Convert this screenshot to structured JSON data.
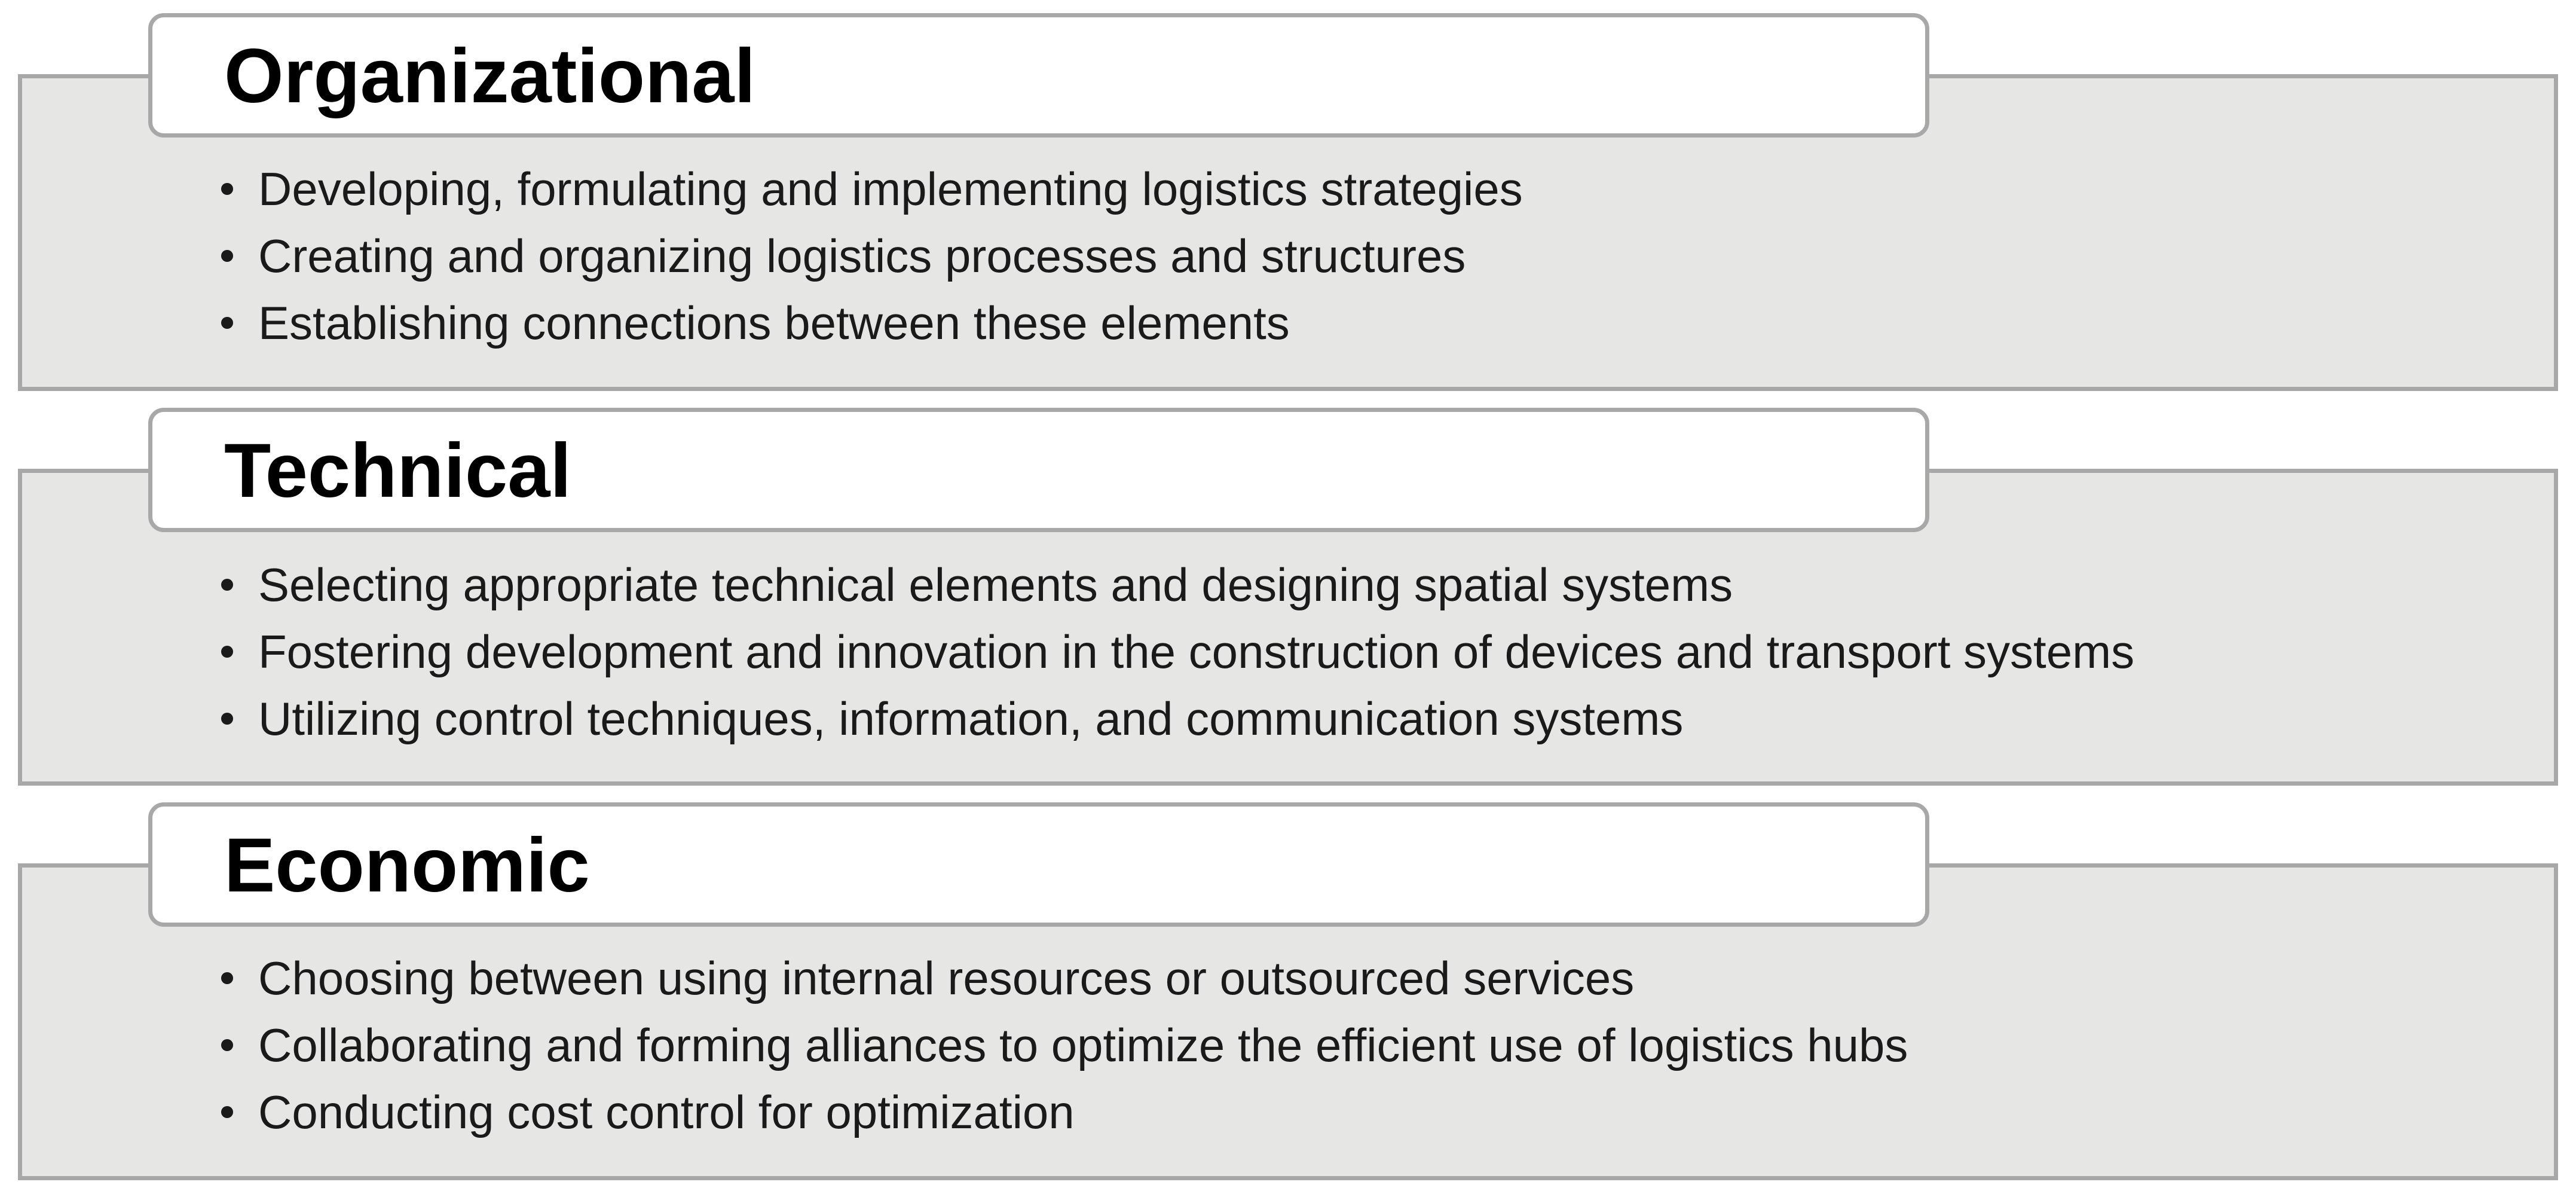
{
  "sections": [
    {
      "title": "Organizational",
      "items": [
        "Developing, formulating and implementing logistics strategies",
        "Creating and organizing logistics processes and structures",
        "Establishing connections between these elements"
      ]
    },
    {
      "title": "Technical",
      "items": [
        "Selecting appropriate technical elements and designing spatial systems",
        "Fostering development and innovation in the construction of devices and transport systems",
        "Utilizing control techniques, information, and communication systems"
      ]
    },
    {
      "title": "Economic",
      "items": [
        "Choosing between using internal resources or outsourced services",
        "Collaborating and forming alliances to optimize the efficient use of logistics hubs",
        "Conducting cost control for optimization"
      ]
    }
  ],
  "colors": {
    "panel_fill": "#e6e6e5",
    "border": "#a8a8a8",
    "tab_fill": "#ffffff",
    "text": "#1a1a1a"
  }
}
